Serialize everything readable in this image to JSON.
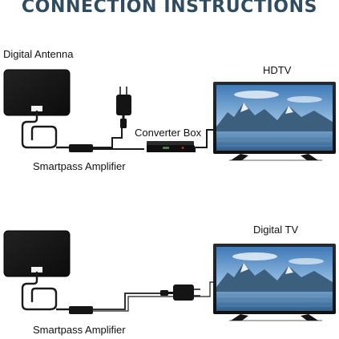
{
  "title": "CONNECTION INSTRUCTIONS",
  "diagram_1": {
    "antenna_label": "Digital Antenna",
    "tv_label": "HDTV",
    "converter_label": "Converter Box",
    "amplifier_label": "Smartpass Amplifier"
  },
  "diagram_2": {
    "tv_label": "Digital TV",
    "amplifier_label": "Smartpass Amplifier"
  },
  "colors": {
    "title": "#2f4c60",
    "device": "#141414",
    "cable": "#1a1a1a",
    "tv_bezel": "#1c1c1c",
    "screen_sky": "#7fb0dc"
  }
}
